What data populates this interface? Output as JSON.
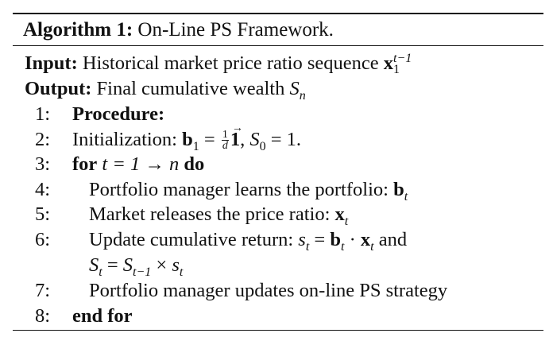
{
  "algorithm": {
    "title_bold": "Algorithm 1:",
    "title_text": "On-Line PS Framework.",
    "input_label": "Input:",
    "input_text": "Historical market price ratio sequence",
    "input_math": {
      "symbol": "x",
      "sub": "1",
      "sup": "t−1"
    },
    "output_label": "Output:",
    "output_text": "Final cumulative wealth",
    "output_math": {
      "symbol": "S",
      "sub": "n"
    },
    "lines": [
      {
        "num": "1:",
        "bold": "Procedure:"
      },
      {
        "num": "2:",
        "text": "Initialization:",
        "math": {
          "b": "b",
          "b_sub": "1",
          "eq": " = ",
          "frac_num": "1",
          "frac_den": "d",
          "one": "1",
          "rest": ", ",
          "S": "S",
          "S_sub": "0",
          "tail": " = 1."
        }
      },
      {
        "num": "3:",
        "kw_for": "for",
        "math": "t = 1 → n",
        "kw_do": "do"
      },
      {
        "num": "4:",
        "text": "Portfolio manager learns the portfolio:",
        "sym": "b",
        "sym_sub": "t"
      },
      {
        "num": "5:",
        "text": "Market releases the price ratio:",
        "sym": "x",
        "sym_sub": "t"
      },
      {
        "num": "6:",
        "text": "Update cumulative return:",
        "and": "and",
        "eq1": {
          "s": "s",
          "s_sub": "t",
          "b": "b",
          "b_sub": "t",
          "x": "x",
          "x_sub": "t"
        },
        "eq2": {
          "S": "S",
          "S_sub": "t",
          "S2_sub": "t−1",
          "s": "s",
          "s_sub": "t"
        }
      },
      {
        "num": "7:",
        "text": "Portfolio manager updates on-line PS strategy"
      },
      {
        "num": "8:",
        "bold": "end for"
      }
    ]
  }
}
